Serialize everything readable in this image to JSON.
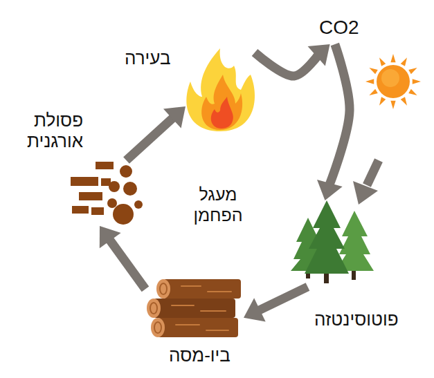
{
  "diagram": {
    "title": "מעגל הפחמן",
    "nodes": [
      {
        "text": [
          "בעירה"
        ]
      },
      {
        "text": [
          "CO2"
        ]
      },
      {
        "text": [
          "פוטוסינטזה"
        ]
      },
      {
        "text": [
          "ביו-מסה"
        ]
      },
      {
        "text": [
          "פסולת אורגנית"
        ]
      }
    ],
    "edges": [
      {
        "from": 0,
        "to": 1,
        "arrow": "to"
      },
      {
        "from": 1,
        "to": 2,
        "arrow": "to"
      },
      {
        "from": 2,
        "to": 3,
        "arrow": "to"
      },
      {
        "from": 3,
        "to": 4,
        "arrow": "to"
      },
      {
        "from": 4,
        "to": 0,
        "arrow": "to"
      }
    ]
  }
}
